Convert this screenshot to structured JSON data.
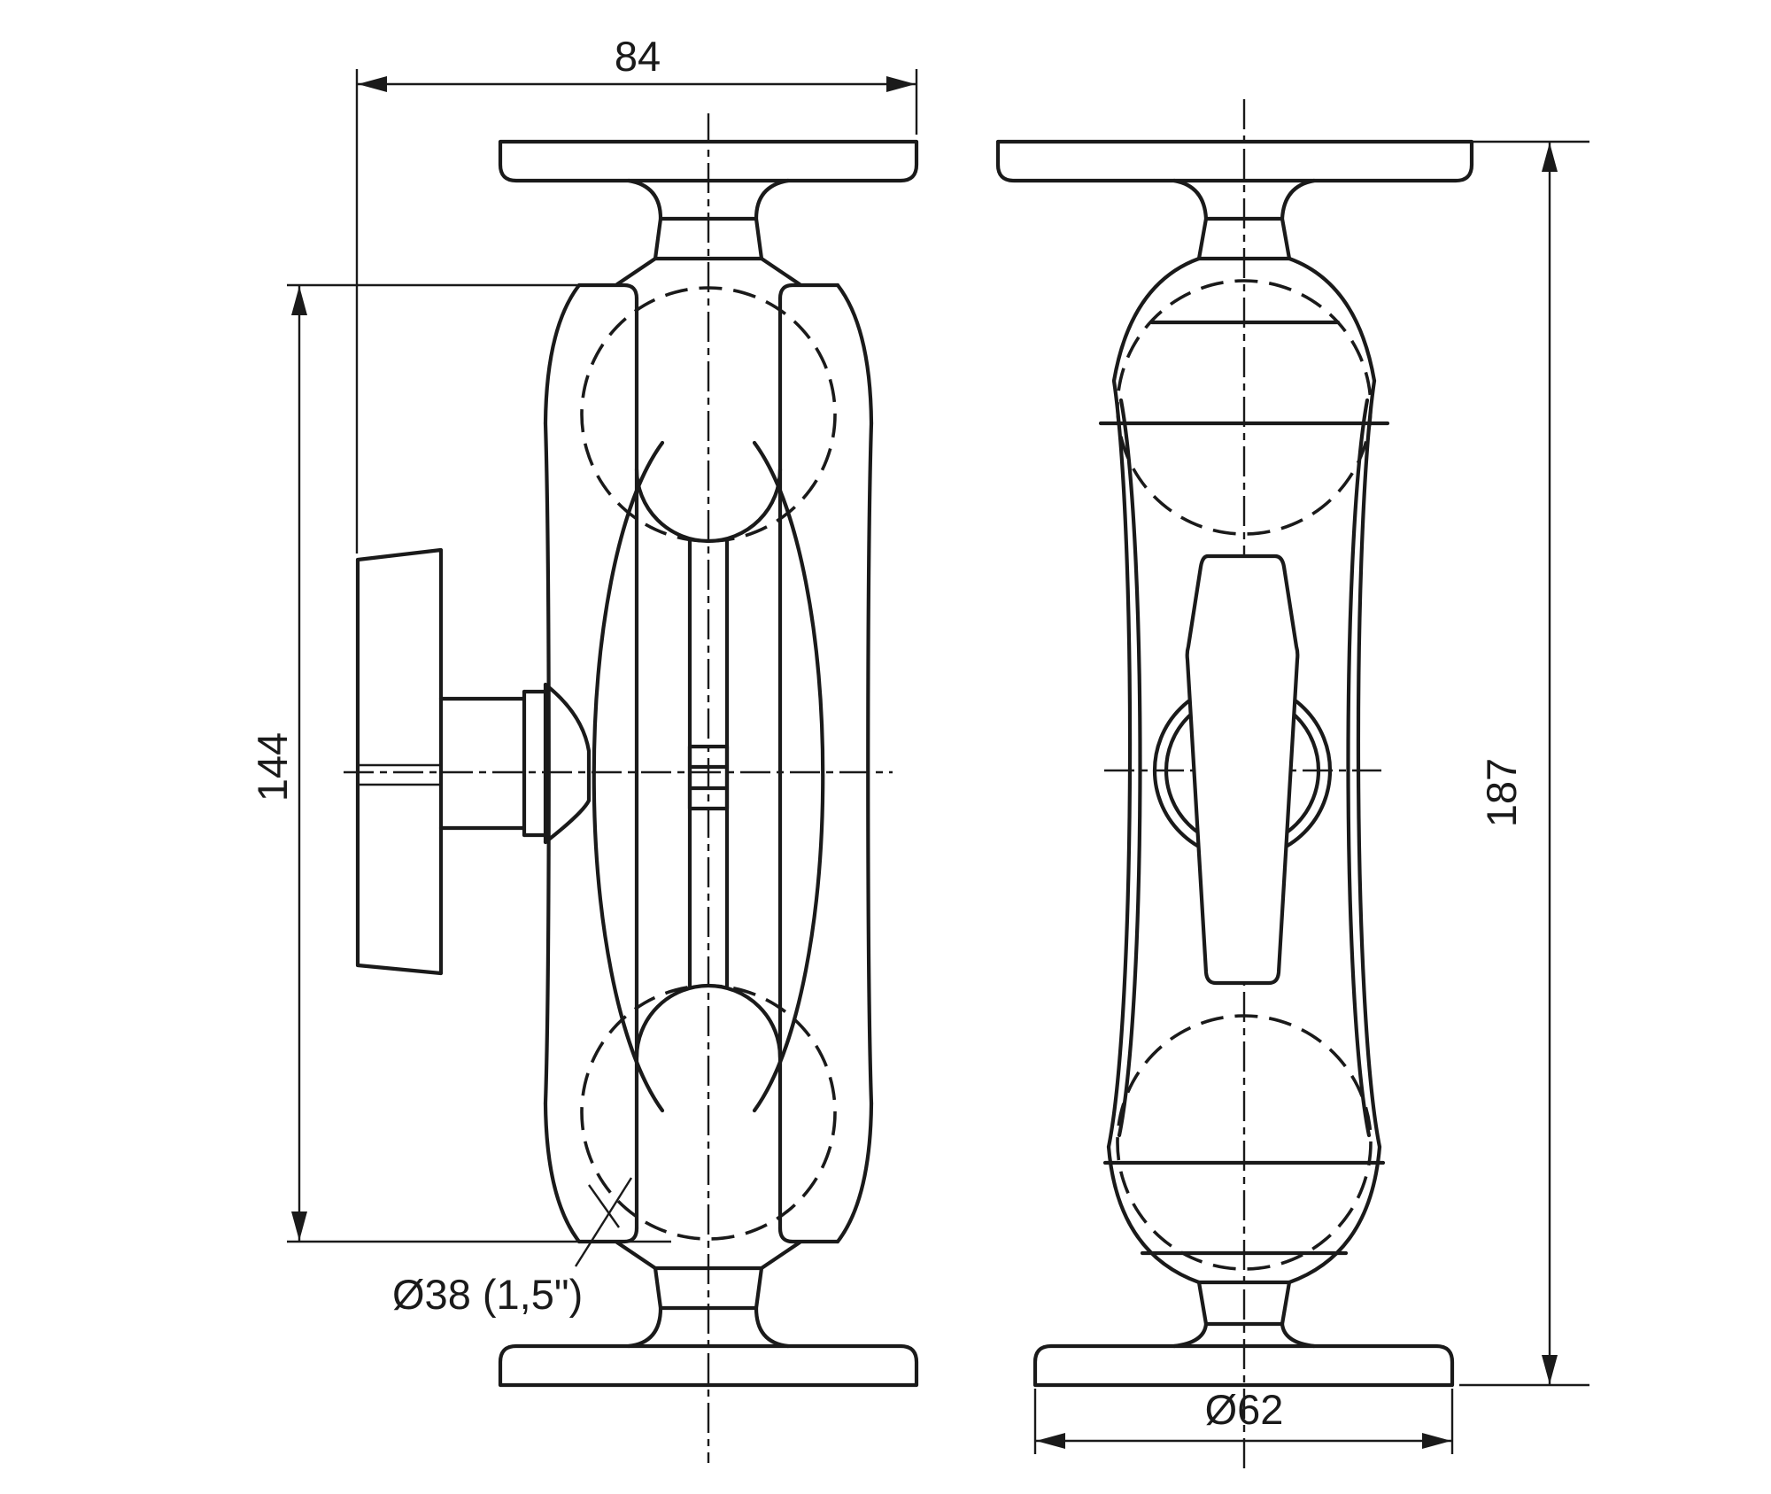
{
  "palette": {
    "ink": "#1a1a1a",
    "paper": "#ffffff"
  },
  "dimensions": {
    "top_width": "84",
    "arm_length": "144",
    "overall_height": "187",
    "ball_note": "Ø38 (1,5\")",
    "base_diameter": "Ø62"
  }
}
